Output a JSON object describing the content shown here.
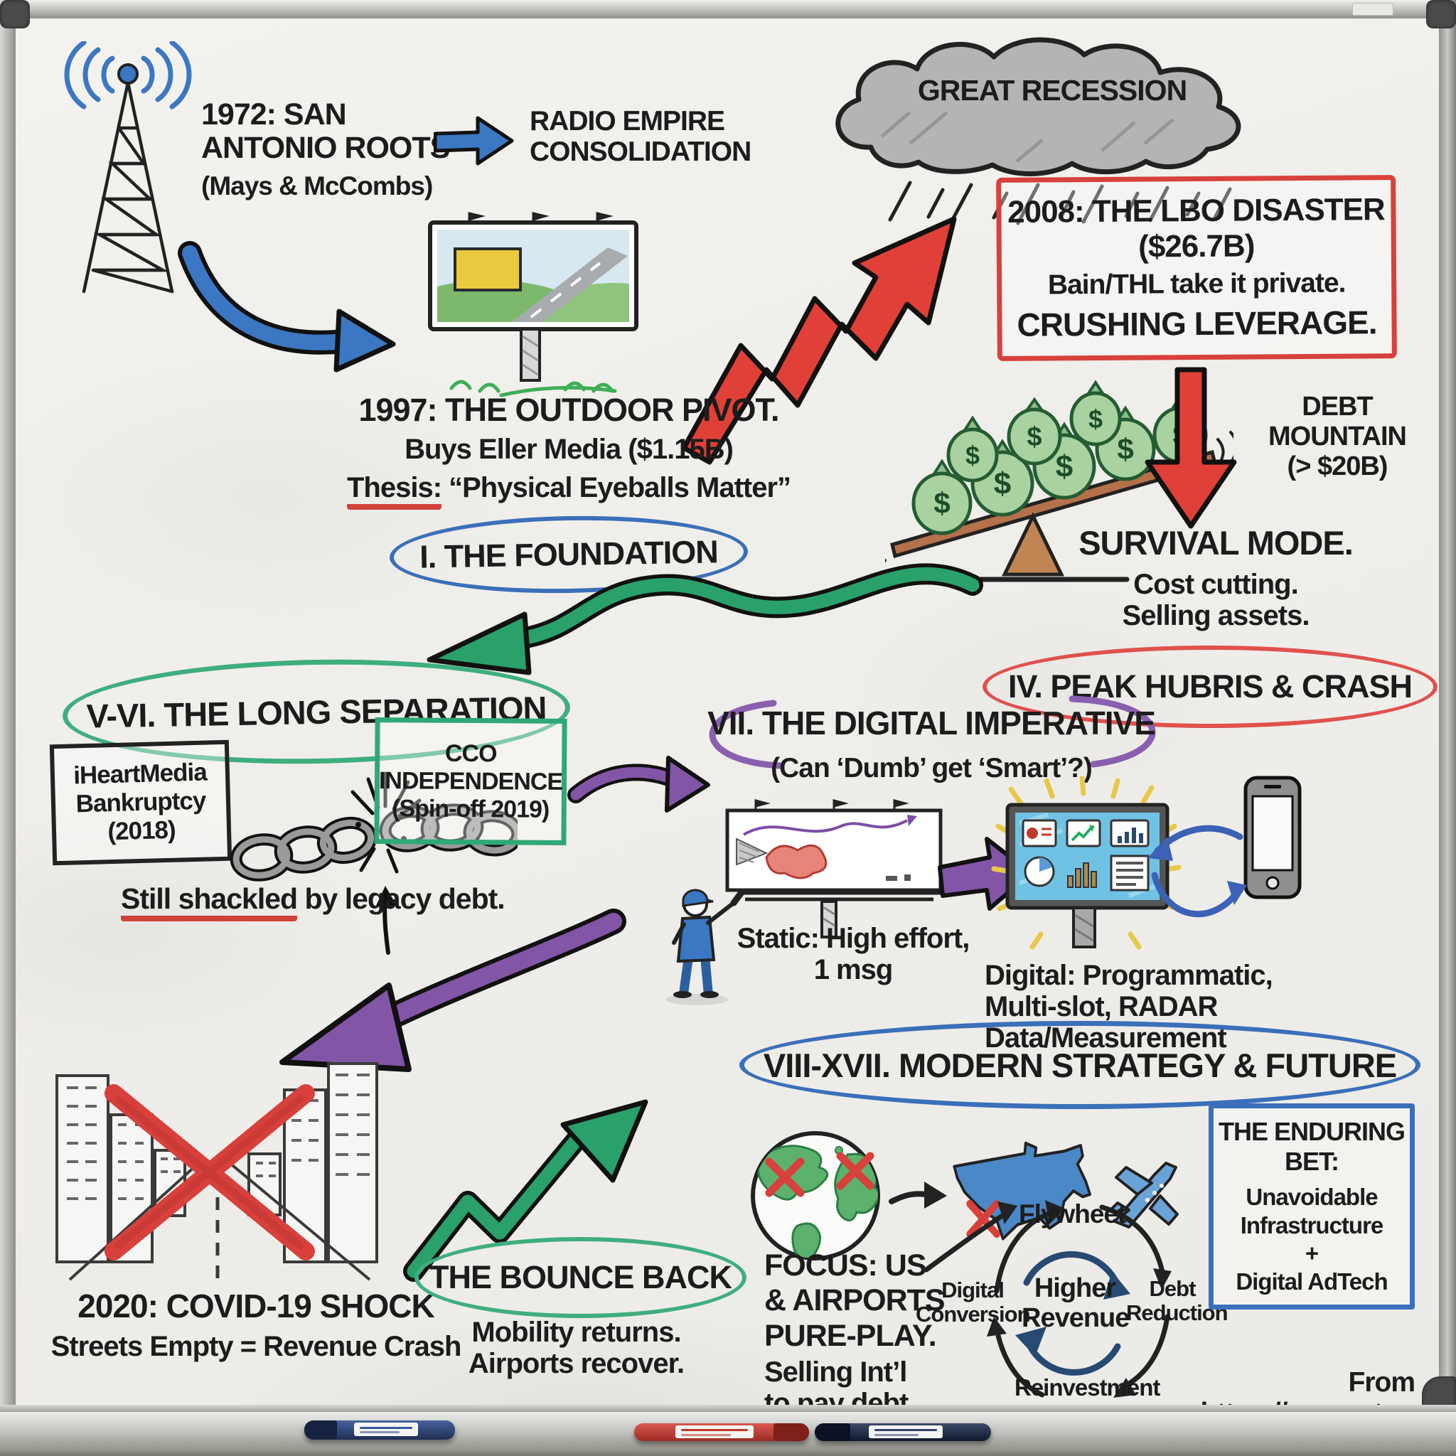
{
  "icons": {
    "dollar": "$"
  },
  "colors": {
    "blue": "#3b77c2",
    "red": "#df4038",
    "green": "#2aa06b",
    "purple": "#8355a7",
    "navy": "#274a73",
    "yellow": "#e8c84a"
  },
  "era_roots": {
    "title": "1972: SAN\nANTONIO ROOTS",
    "subtitle": "(Mays & McCombs)",
    "radio": "RADIO EMPIRE\nCONSOLIDATION"
  },
  "recession": {
    "label": "GREAT RECESSION"
  },
  "lbo": {
    "title": "2008: THE LBO DISASTER",
    "amount": "($26.7B)",
    "line1": "Bain/THL take it private.",
    "line2": "CRUSHING LEVERAGE."
  },
  "pivot": {
    "title": "1997: THE OUTDOOR PIVOT.",
    "line1": "Buys Eller Media ($1.15B)",
    "thesis_label": "Thesis:",
    "thesis_quote": " “Physical Eyeballs Matter”"
  },
  "foundation": {
    "label": "I. THE FOUNDATION"
  },
  "debt": {
    "label": "DEBT MOUNTAIN\n(> $20B)"
  },
  "survival": {
    "title": "SURVIVAL MODE.",
    "lines": "Cost cutting.\nSelling assets."
  },
  "hubris": {
    "label": "IV. PEAK HUBRIS & CRASH"
  },
  "separation": {
    "label": "V-VI. THE LONG SEPARATION"
  },
  "iheart": {
    "label": "iHeartMedia\nBankruptcy\n(2018)"
  },
  "cco": {
    "label": "CCO\nINDEPENDENCE\n(Spin-off 2019)"
  },
  "shackled": {
    "underlined": "Still shackled",
    "rest": " by legacy debt."
  },
  "digital_imperative": {
    "title": "VII. THE DIGITAL IMPERATIVE",
    "subtitle": "(Can ‘Dumb’ get ‘Smart’?)"
  },
  "static_board": {
    "label": "Static: High effort,\n1 msg"
  },
  "digital_board": {
    "label": "Digital: Programmatic,\nMulti-slot, RADAR\nData/Measurement"
  },
  "covid": {
    "title": "2020: COVID-19 SHOCK",
    "subtitle": "Streets Empty = Revenue Crash"
  },
  "bounce": {
    "title": "THE BOUNCE BACK",
    "lines": "Mobility returns.\nAirports recover."
  },
  "modern": {
    "label": "VIII-XVII. MODERN STRATEGY & FUTURE"
  },
  "focus": {
    "title": "FOCUS: US\n& AIRPORTS\nPURE-PLAY.",
    "lines": "Selling Int’l\nto pay debt."
  },
  "flywheel": {
    "top": "Flywheet",
    "center": "Higher\nRevenue",
    "left": "Digital\nConversion",
    "right": "Debt\nReduction",
    "bottom": "Reinvestment"
  },
  "enduring": {
    "title": "THE ENDURING\nBET:",
    "body": "Unavoidable\nInfrastructure\n+\nDigital AdTech"
  },
  "source": {
    "label": "From https://empor.top"
  }
}
